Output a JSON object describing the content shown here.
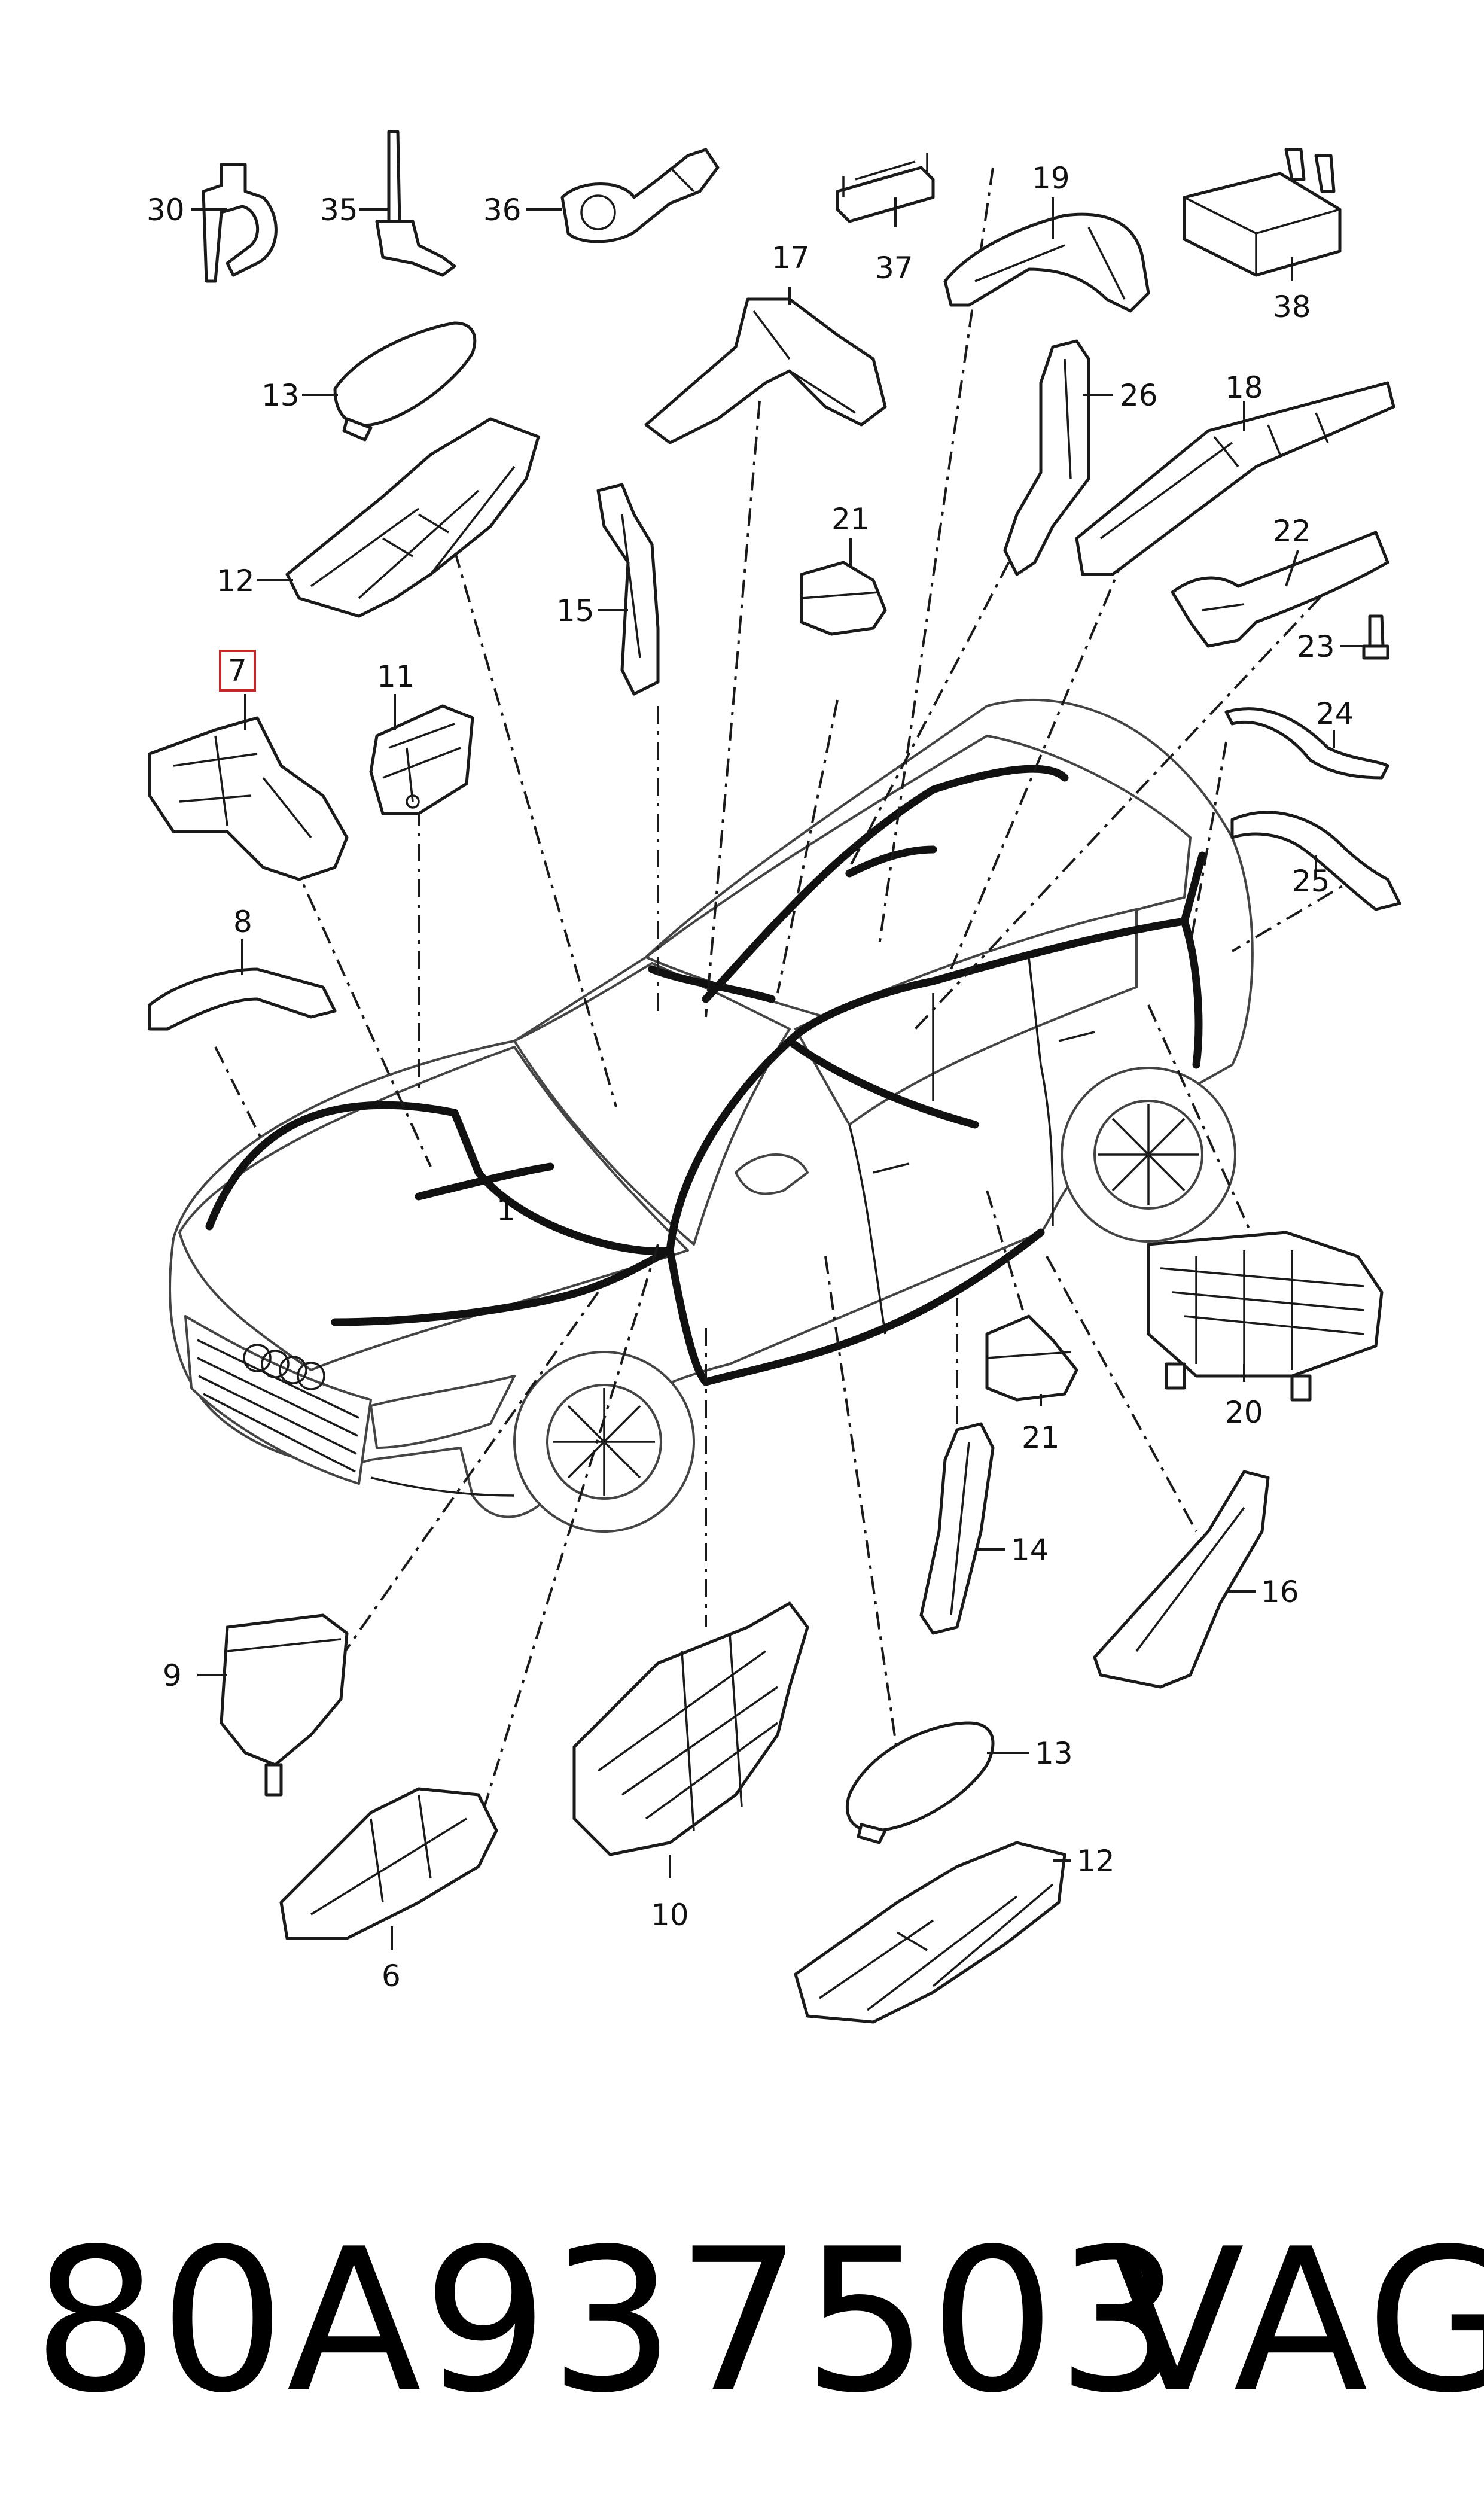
{
  "diagram": {
    "labels": {
      "l30": "30",
      "l35": "35",
      "l36": "36",
      "l37": "37",
      "l19": "19",
      "l38": "38",
      "l17": "17",
      "l13a": "13",
      "l26": "26",
      "l18": "18",
      "l12a": "12",
      "l21a": "21",
      "l22": "22",
      "l15": "15",
      "l23": "23",
      "l7": "7",
      "l11": "11",
      "l24": "24",
      "l25": "25",
      "l8": "8",
      "l1": "1",
      "l20": "20",
      "l21b": "21",
      "l14": "14",
      "l16": "16",
      "l9": "9",
      "l13b": "13",
      "l12b": "12",
      "l10": "10",
      "l6": "6"
    },
    "highlighted_label": "7"
  },
  "footer": {
    "part_number": "80A937503",
    "brand": "VAG"
  }
}
